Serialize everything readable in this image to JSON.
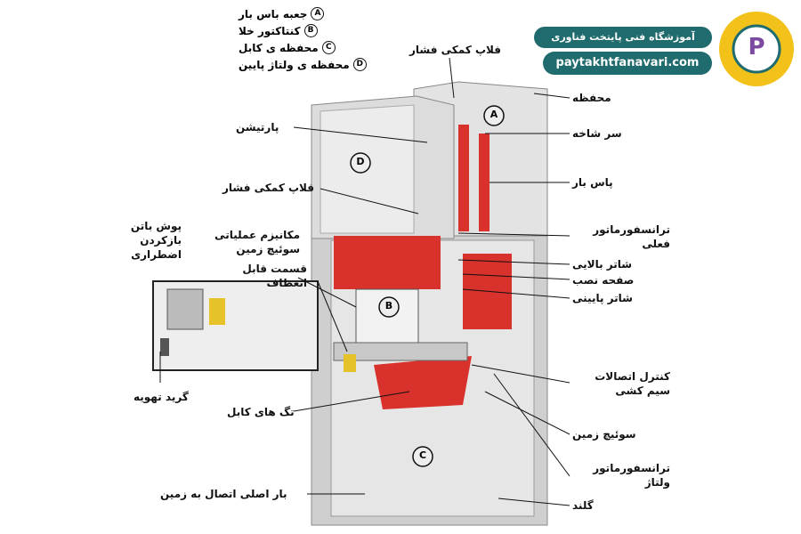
{
  "legend": [
    {
      "key": "A",
      "text": "جعبه باس بار"
    },
    {
      "key": "B",
      "text": "کنتاکتور خلا"
    },
    {
      "key": "C",
      "text": "محفظه ی کابل"
    },
    {
      "key": "D",
      "text": "محفظه ی ولتاژ پایین"
    }
  ],
  "logo": {
    "name": "آموزشگاه فنی پایتخت فناوری",
    "url": "paytakhtfanavari.com",
    "letter": "P",
    "colors": {
      "teal": "#1f6b6e",
      "yellow": "#f2c21b"
    }
  },
  "markers": {
    "a": "A",
    "b": "B",
    "c": "C",
    "d": "D"
  },
  "labels": {
    "enclosure": "محفظه",
    "bushing": "سر شاخه",
    "busbar": "پاس بار",
    "current_transformer": "ترانسفورماتور فعلی",
    "upper_shutter": "شاتر بالایی",
    "mounting_plate": "صفحه نصب",
    "lower_shutter": "شاتر پایینی",
    "wiring_control": "کنترل اتصالات سیم کشی",
    "earthing_switch": "سوئیچ زمین",
    "voltage_transformer": "ترانسفورماتور ولتاژ",
    "gland": "گلند",
    "pressure_flap_top": "فلاپ کمکی فشار",
    "partition": "پارتیشن",
    "pressure_flap": "فلاپ کمکی فشار",
    "emergency_button": "پوش باتن بازکردن اضطراری",
    "earth_switch_mechanism": "مکانیزم عملیاتی سوئیچ زمین",
    "flexible_section": "قسمت قابل انعطاف",
    "vent_grid": "گرید تهویه",
    "cable_tags": "تگ های کابل",
    "main_earth_bar": "بار اصلی اتصال به زمین"
  },
  "colors": {
    "metal": "#d9d9d9",
    "red": "#d9312b",
    "line": "#222"
  }
}
